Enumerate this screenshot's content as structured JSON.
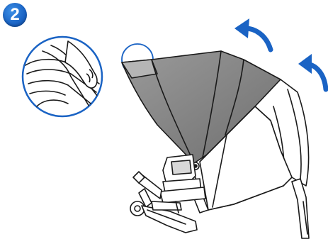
{
  "step": {
    "number": "2",
    "badge_color": "#1a63c4"
  },
  "arrows": {
    "color": "#1a63c4",
    "count": 2,
    "direction": "up-left"
  },
  "icons": [
    "curved-arrow-icon",
    "magnify-circle-icon",
    "hand-icon",
    "stroller-canopy-icon"
  ],
  "line_color": "#1a1a1a",
  "canopy_shade_color": "#8a8a8a",
  "callout_circle_color": "#1a63c4"
}
